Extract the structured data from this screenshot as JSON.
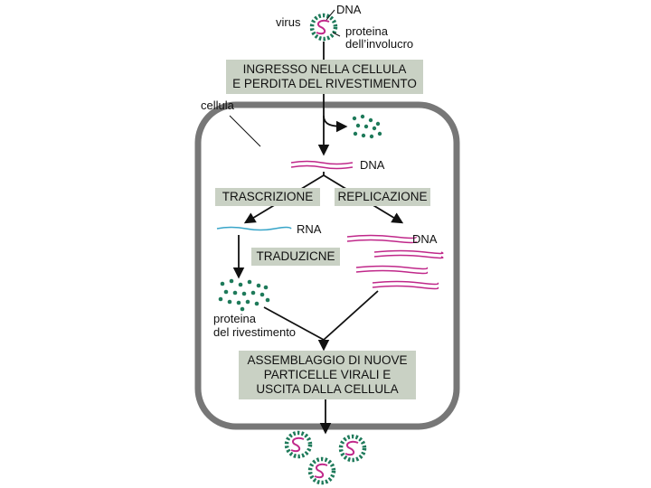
{
  "labels": {
    "virus": "virus",
    "dna_top": "DNA",
    "envelope_protein_1": "proteina",
    "envelope_protein_2": "dell’involucro",
    "cell": "cellula",
    "dna_center": "DNA",
    "rna": "RNA",
    "dna_right": "DNA",
    "coat_protein_1": "proteina",
    "coat_protein_2": "del rivestimento"
  },
  "steps": {
    "entry_line1": "INGRESSO NELLA CELLULA",
    "entry_line2": "E PERDITA DEL RIVESTIMENTO",
    "transcription": "TRASCRIZIONE",
    "replication": "REPLICAZIONE",
    "translation": "TRADUZICNE",
    "assembly_line1": "ASSEMBLAGGIO DI NUOVE",
    "assembly_line2": "PARTICELLE VIRALI E",
    "assembly_line3": "USCITA DALLA CELLULA"
  },
  "colors": {
    "box_fill": "#c9d1c4",
    "cell_wall": "#777777",
    "dna": "#c0288a",
    "rna": "#3aa6c9",
    "protein": "#1e7a5a"
  }
}
